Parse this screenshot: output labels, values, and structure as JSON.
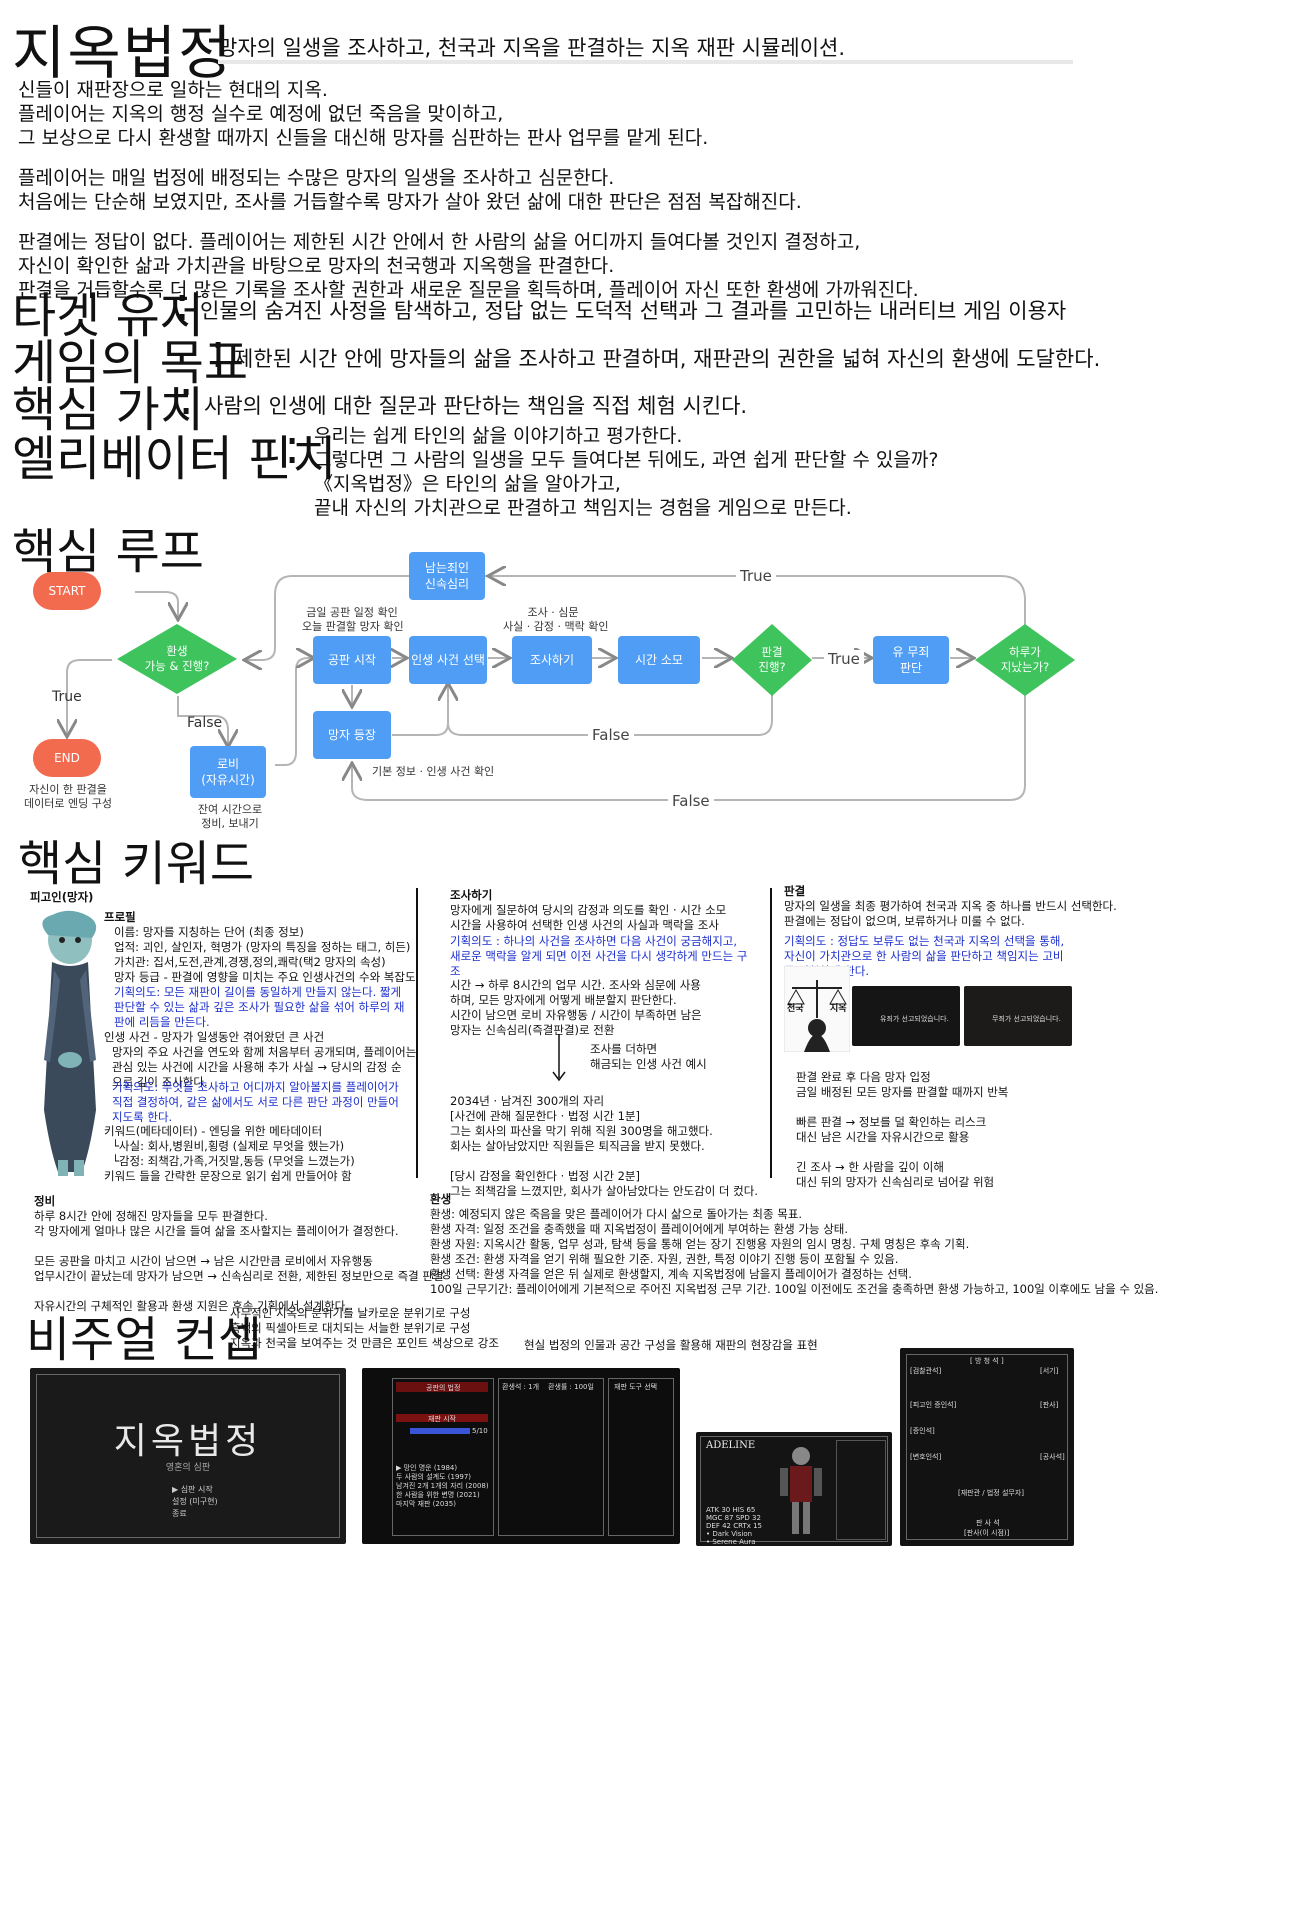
{
  "title": "지옥법정",
  "subtitle": "망자의 일생을 조사하고, 천국과 지옥을 판결하는 지옥 재판 시뮬레이션.",
  "intro": [
    "신들이 재판장으로 일하는 현대의 지옥.",
    "플레이어는 지옥의 행정 실수로 예정에 없던 죽음을 맞이하고,",
    "그 보상으로 다시 환생할 때까지 신들을 대신해 망자를 심판하는 판사 업무를 맡게 된다.",
    "플레이어는 매일 법정에 배정되는 수많은 망자의 일생을 조사하고 심문한다.",
    "처음에는 단순해 보였지만, 조사를 거듭할수록 망자가 살아 왔던 삶에 대한 판단은 점점 복잡해진다.",
    "판결에는 정답이 없다. 플레이어는 제한된 시간 안에서 한 사람의 삶을 어디까지 들여다볼 것인지 결정하고,",
    "자신이 확인한 삶과 가치관을 바탕으로 망자의 천국행과 지옥행을 판결한다.",
    "판결을 거듭할수록 더 많은 기록을 조사할 권한과 새로운 질문을 획득하며, 플레이어 자신 또한 환생에 가까워진다."
  ],
  "target_user": {
    "label": "타겟 유저",
    "colon": ":",
    "text": "인물의 숨겨진 사정을 탐색하고, 정답 없는 도덕적 선택과 그 결과를 고민하는 내러티브 게임 이용자"
  },
  "goal": {
    "label": "게임의 목표",
    "colon": ":",
    "text": "제한된 시간 안에 망자들의 삶을 조사하고 판결하며, 재판관의 권한을 넓혀 자신의 환생에 도달한다."
  },
  "core_value": {
    "label": "핵심 가치",
    "colon": ":",
    "text": "사람의 인생에 대한 질문과 판단하는 책임을 직접 체험 시킨다."
  },
  "pitch": {
    "label": "엘리베이터 핀치",
    "colon": ":",
    "lines": [
      "우리는 쉽게 타인의 삶을 이야기하고 평가한다.",
      "그렇다면 그 사람의 일생을 모두 들여다본 뒤에도, 과연 쉽게 판단할 수 있을까?",
      "《지옥법정》은 타인의 삶을 알아가고,",
      "끝내 자신의 가치관으로 판결하고 책임지는 경험을 게임으로 만든다."
    ]
  },
  "loop": {
    "heading": "핵심 루프",
    "start": "START",
    "end": "END",
    "end_note": [
      "자신이 한 판결을",
      "데이터로 엔딩 구성"
    ],
    "reincarnate": [
      "환생",
      "가능 & 진행?"
    ],
    "leftover": [
      "남는죄인",
      "신속심리"
    ],
    "trial_start": "공판 시작",
    "trial_note": [
      "금일 공판 일정 확인",
      "오늘 판결할 망자 확인"
    ],
    "deceased": "망자 등장",
    "deceased_note": "기본 정보 · 인생 사건 확인",
    "select": "인생 사건 선택",
    "investigate": "조사하기",
    "investigate_note": [
      "조사 · 심문",
      "사실 · 감정 · 맥락 확인"
    ],
    "time": "시간 소모",
    "verdict_q": [
      "판결",
      "진행?"
    ],
    "guilt": [
      "유 무죄",
      "판단"
    ],
    "day_over": [
      "하루가",
      "지났는가?"
    ],
    "lobby": [
      "로비",
      "(자유시간)"
    ],
    "lobby_note": [
      "잔여 시간으로",
      "정비, 보내기"
    ],
    "true": "True",
    "false": "False"
  },
  "keywords": {
    "heading": "핵심 키워드",
    "defendant_title": "피고인(망자)",
    "profile_title": "프로필",
    "profile": [
      "이름: 망자를 지칭하는 단어 (최종 정보)",
      "업적: 괴인, 살인자, 혁명가 (망자의 특징을 정하는 태그, 히든)",
      "가치관: 집서,도전,관계,경쟁,정의,쾌락(택2 망자의 속성)",
      "망자 등급 - 판결에 영향을 미치는 주요 인생사건의 수와 복잡도"
    ],
    "profile_intent": "기획의도: 모든 재판이 길이를 동일하게 만들지 않는다. 짧게 판단할 수 있는 삶과 깊은 조사가 필요한 삶을 섞어 하루의 재판에 리듬을 만든다.",
    "events": [
      "인생 사건 - 망자가 일생동안 겪어왔던 큰 사건",
      "망자의 주요 사건을 연도와 함께 처음부터 공개되며, 플레이어는",
      "관심 있는 사건에 시간을 사용해 추가 사실 → 당시의 감정 순으로 깊이 조사한다."
    ],
    "events_intent": "기획의도: 무엇을 조사하고 어디까지 알아볼지를 플레이어가 직접 결정하여, 같은 삶에서도 서로 다른 판단 과정이 만들어지도록 한다.",
    "meta": [
      "키워드(메타데이터) - 엔딩을 위한 메타데이터",
      "└사실: 회사,병원비,횡령 (실제로 무엇을 했는가)",
      "└감정: 죄책감,가족,거짓말,동등 (무엇을 느꼈는가)",
      "키워드 들을 간략한 문장으로 읽기 쉽게 만들어야 함"
    ],
    "prep_title": "정비",
    "prep": [
      "하루 8시간 안에 정해진 망자들을 모두 판결한다.",
      "각 망자에게 얼마나 많은 시간을 들여 삶을 조사할지는 플레이어가 결정한다.",
      "",
      "모든 공판을 마치고 시간이 남으면 → 남은 시간만큼 로비에서 자유행동",
      "업무시간이 끝났는데 망자가 남으면 → 신속심리로 전환, 제한된 정보만으로 즉결 판결",
      "",
      "자유시간의 구체적인 활용과 환생 지원은 후속 기획에서 설계한다."
    ],
    "investigate_title": "조사하기",
    "investigate": [
      "망자에게 질문하여 당시의 감정과 의도를 확인 · 시간 소모",
      "시간을 사용하여 선택한 인생 사건의 사실과 맥락을 조사"
    ],
    "investigate_intent": "기획의도 : 하나의 사건을 조사하면 다음 사건이 궁금해지고, 새로운 맥락을 알게 되면 이전 사건을 다시 생각하게 만드는 구조",
    "investigate2": [
      "시간 → 하루 8시간의 업무 시간. 조사와 심문에 사용",
      "하며, 모든 망자에게 어떻게 배분할지 판단한다.",
      "시간이 남으면 로비 자유행동 / 시간이 부족하면 남은",
      "망자는 신속심리(즉결판결)로 전환"
    ],
    "arrow_note": [
      "조사를 더하면",
      "해금되는 인생 사건 예시"
    ],
    "example": [
      "2034년 · 남겨진 300개의 자리",
      "[사건에 관해 질문한다 · 법정 시간 1분]",
      "그는 회사의 파산을 막기 위해 직원 300명을 해고했다.",
      "회사는 살아남았지만 직원들은 퇴직금을 받지 못했다.",
      "",
      "[당시 감정을 확인한다 · 법정 시간 2분]",
      "그는 죄책감을 느꼈지만, 회사가 살아남았다는 안도감이 더 컸다."
    ],
    "verdict_title": "판결",
    "verdict": [
      "망자의 일생을 최종 평가하여 천국과 지옥 중 하나를 반드시 선택한다.",
      "판결에는 정답이 없으며, 보류하거나 미룰 수 없다."
    ],
    "verdict_intent": "기획의도 : 정답도 보류도 없는 천국과 지옥의 선택을 통해, 자신이 가치관으로 한 사람의 삶을 판단하고 책임지는 고비를 경험하게 한다.",
    "verdict2": [
      "판결 완료 후 다음 망자 입정",
      "금일 배정된 모든 망자를 판결할 때까지 반복",
      "",
      "빠른 판결 → 정보를 덜 확인하는 리스크",
      "대신 남은 시간을 자유시간으로 활용",
      "",
      "긴 조사 → 한 사람을 깊이 이해",
      "대신 뒤의 망자가 신속심리로 넘어갈 위험"
    ],
    "scale_heaven": "천국",
    "scale_hell": "지옥",
    "scene1": "유죄가 선고되었습니다.",
    "scene2": "무죄가 선고되었습니다.",
    "reincarnation_title": "환생",
    "reincarnation": [
      "환생: 예정되지 않은 죽음을 맞은 플레이어가 다시 삶으로 돌아가는 최종 목표.",
      "환생 자격: 일정 조건을 충족했을 때 지옥법정이 플레이어에게 부여하는 환생 가능 상태.",
      "환생 자원: 지옥시간 활동, 업무 성과, 탐색 등을 통해 얻는 장기 진행용 자원의 임시 명칭. 구체 명칭은 후속 기획.",
      "환생 조건: 환생 자격을 얻기 위해 필요한 기준. 자원, 권한, 특정 이야기 진행 등이 포함될 수 있음.",
      "환생 선택: 환생 자격을 얻은 뒤 실제로 환생할지, 계속 지옥법정에 남을지 플레이어가 결정하는 선택.",
      "100일 근무기간: 플레이어에게 기본적으로 주어진 지옥법정 근무 기간. 100일 이전에도 조건을 충족하면 환생 가능하고, 100일 이후에도 남을 수 있음."
    ]
  },
  "visual": {
    "heading": "비주얼 컨셉",
    "notes": [
      "사무적인 지옥의 분위기를 날카로운 분위기로 구성",
      "흑백의 픽셀아트로 대치되는 서늘한 분위기로 구성",
      "지옥과 천국을 보여주는 것 만큼은 포인트 색상으로 강조"
    ],
    "note_right": "현실 법정의 인물과 공간 구성을 활용해 재판의 현장감을 표현",
    "shot1_title": "지옥법정",
    "shot1_sub": "영혼의 심판",
    "shot1_menu": [
      "▶ 심판 시작",
      "설정 (미구현)",
      "종료"
    ],
    "shot2_header": "공판의 법정",
    "shot2_stats": [
      "환생석 : 1개",
      "환생률 : 100일"
    ],
    "shot2_tool": "재판 도구 선택",
    "shot2_time": "5/10",
    "shot2_btn": "재판 시작",
    "shot2_list": [
      "▶ 망인 명운 (1984)",
      "두 사람의 설계도 (1997)",
      "남겨진 2개 1개의 자리 (2008)",
      "한 사람을 위한 변명 (2021)",
      "마지막 재판 (2035)"
    ],
    "shot3_name": "ADELINE",
    "shot3_stats": [
      "ATK 30 HIS 65",
      "MGC 87 SPD 32",
      "DEF 42 CRTx 15"
    ],
    "shot3_skills": [
      "• Dark Vision",
      "• Serene Aura"
    ],
    "shot4_top": "[ 방 청 석 ]",
    "shot4_labels": [
      "[검찰관석]",
      "[서기]",
      "[피고인 증인석]",
      "[판사]",
      "[증인석]",
      "[변호인석]",
      "[공사석]",
      "[재판관 / 법정 설무자]",
      "판 사 석",
      "[판사(이 시점)]"
    ]
  }
}
